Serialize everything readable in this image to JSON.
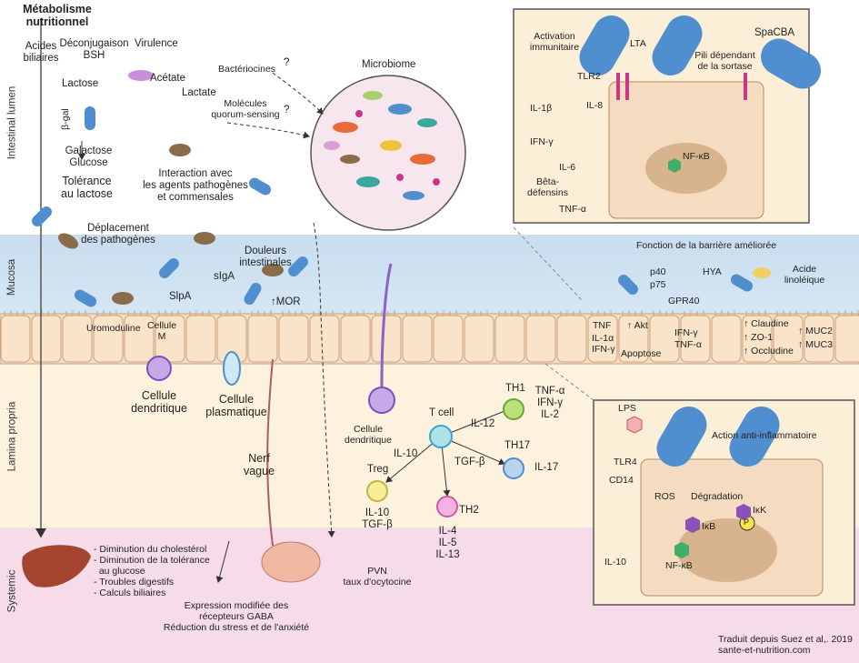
{
  "zones": {
    "lumen": "Intestinal lumen",
    "mucosa": "Mucosa",
    "lamina": "Lamina propria",
    "systemic": "Systemic"
  },
  "metab": {
    "title": "Métabolisme\nnutritionnel",
    "acides": "Acides\nbiliaires",
    "deconj": "Déconjugaison\nBSH",
    "lactose": "Lactose",
    "bgal": "β-gal",
    "galactose": "Galactose\nGlucose",
    "tolerance": "Tolérance\nau lactose"
  },
  "lumen": {
    "virulence": "Virulence",
    "acetate": "Acétate",
    "lactate": "Lactate",
    "bacteriocines": "Bactériocines",
    "q1": "?",
    "q2": "?",
    "molecules": "Molécules\nquorum-sensing",
    "interaction": "Interaction avec\nles agents pathogènes\net commensales",
    "microbiome": "Microbiome"
  },
  "mucosa": {
    "deplacement": "Déplacement\ndes pathogènes",
    "siga": "sIgA",
    "slpa": "SlpA",
    "douleurs": "Douleurs\nintestinales",
    "mor": "↑MOR",
    "uromoduline": "Uromoduline",
    "cellule_m": "Cellule\nM"
  },
  "lamina": {
    "cellule_dendritique_left": "Cellule\ndendritique",
    "cellule_plasmatique": "Cellule\nplasmatique",
    "nerf": "Nerf\nvague",
    "cellule_dendritique_mid": "Cellule\ndendritique",
    "tcell": "T cell",
    "il10": "IL-10",
    "il12": "IL-12",
    "tgfb": "TGF-β",
    "th1": "TH1",
    "th1_out": "TNF-α\nIFN-γ\nIL-2",
    "th17": "TH17",
    "th17_out": "IL-17",
    "treg": "Treg",
    "treg_out": "IL-10\nTGF-β",
    "th2": "TH2",
    "th2_out": "IL-4\nIL-5\nIL-13"
  },
  "systemic": {
    "liver_list": "- Diminution du cholestérol\n- Diminution de la tolérance\n  au glucose\n- Troubles digestifs\n- Calculs biliaires",
    "gaba": "Expression modifiée des\nrécepteurs GABA\nRéduction du stress et de l'anxiété",
    "pvn": "PVN\ntaux d'ocytocine",
    "credit": "Traduit depuis Suez et al,. 2019\nsante-et-nutrition.com"
  },
  "immune_box": {
    "activation": "Activation\nimmunitaire",
    "lta": "LTA",
    "spacba": "SpaCBA",
    "pili": "Pili dépendant\nde la sortase",
    "tlr2": "TLR2",
    "il1b": "IL-1β",
    "il8": "IL-8",
    "ifng": "IFN-γ",
    "il6": "IL-6",
    "beta": "Bêta-\ndéfensins",
    "tnfa": "TNF-α",
    "nfkb": "NF-κB"
  },
  "barrier": {
    "title": "Fonction de la barrière améliorée",
    "p40": "p40",
    "p75": "p75",
    "hya": "HYA",
    "acide": "Acide\nlinoléique",
    "gpr40": "GPR40",
    "tnf": "TNF",
    "akt": "↑ Akt",
    "il1a": "IL-1α",
    "ifng": "IFN-γ",
    "apoptose": "Apoptose",
    "ifng2": "IFN-γ",
    "tnfa2": "TNF-α",
    "claudine": "↑ Claudine",
    "zo1": "↑ ZO-1",
    "occludine": "↑ Occludine",
    "muc2": "↑ MUC2",
    "muc3": "↑ MUC3"
  },
  "anti_box": {
    "lps": "LPS",
    "tlr4": "TLR4",
    "cd14": "CD14",
    "action": "Action anti-inflammatoire",
    "ros": "ROS",
    "degradation": "Dégradation",
    "ikk": "IκK",
    "ikb": "IκB",
    "p": "P",
    "il10": "IL-10",
    "nfkb": "NF-κB"
  }
}
